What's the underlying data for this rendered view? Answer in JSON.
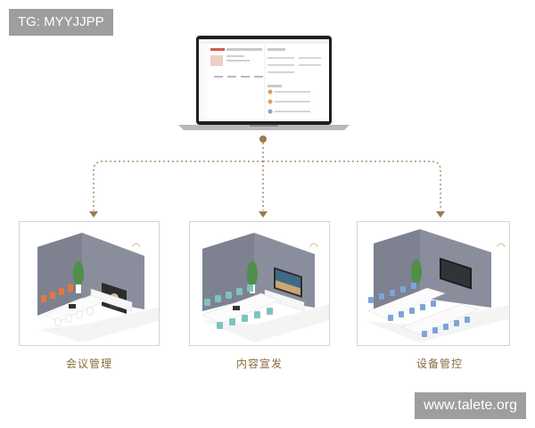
{
  "watermarks": {
    "top": "TG: MYYJJPP",
    "bottom": "www.talete.org"
  },
  "rooms": [
    {
      "label": "会议管理",
      "chair_color": "#e6773b",
      "screen": "person"
    },
    {
      "label": "内容宣发",
      "chair_color": "#7fc3bd",
      "screen": "landscape"
    },
    {
      "label": "设备管控",
      "chair_color": "#7ea4d6",
      "screen": "dark"
    }
  ],
  "colors": {
    "connector": "#9a7b4f",
    "caption": "#8a6a3d",
    "wall": "#7d8190",
    "watermark_bg": "#9e9e9e"
  },
  "icons": [
    "wifi-icon",
    "laptop-icon",
    "plant-icon",
    "tv-icon"
  ]
}
